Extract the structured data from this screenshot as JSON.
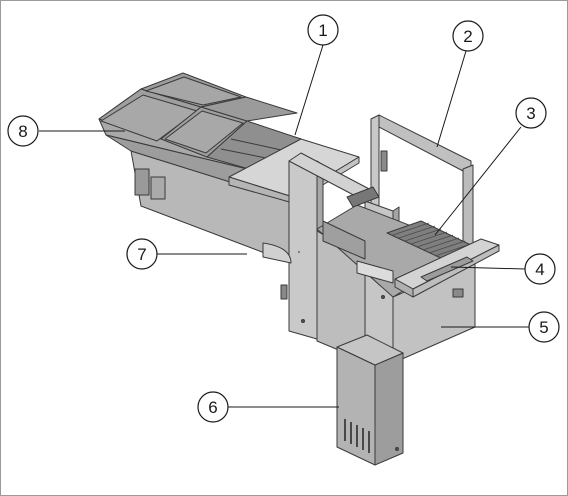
{
  "diagram": {
    "callouts": [
      {
        "id": "c1",
        "label": "1"
      },
      {
        "id": "c2",
        "label": "2"
      },
      {
        "id": "c3",
        "label": "3"
      },
      {
        "id": "c4",
        "label": "4"
      },
      {
        "id": "c5",
        "label": "5"
      },
      {
        "id": "c6",
        "label": "6"
      },
      {
        "id": "c7",
        "label": "7"
      },
      {
        "id": "c8",
        "label": "8"
      }
    ],
    "colors": {
      "metal_light": "#d9d9d9",
      "metal_mid": "#bdbdbd",
      "metal_dark": "#8c8c8c",
      "outline": "#3a3a3a",
      "tray_dark": "#a8a8a8"
    }
  }
}
